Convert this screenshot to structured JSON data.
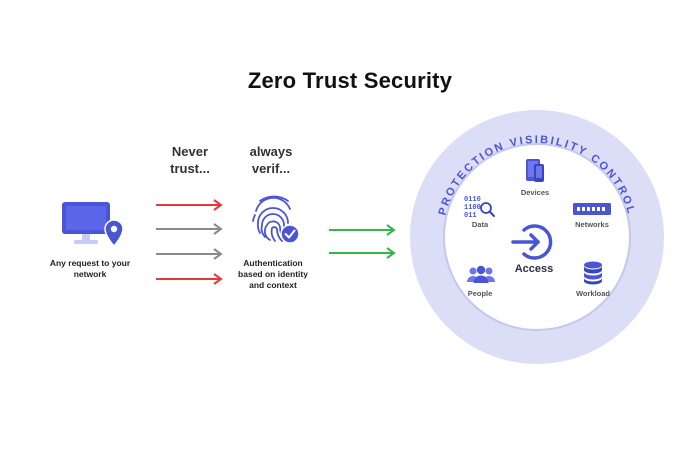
{
  "title": "Zero Trust Security",
  "never_label": [
    "Never",
    "trust..."
  ],
  "always_label": [
    "always",
    "verif..."
  ],
  "request_caption": [
    "Any request to your",
    "network"
  ],
  "auth_caption": [
    "Authentication",
    "based on identity",
    "and context"
  ],
  "ring_text": "PROTECTION VISIBILITY CONTROL",
  "center_label": "Access",
  "items": {
    "devices": "Devices",
    "data": "Data",
    "networks": "Networks",
    "people": "People",
    "workload": "Workload"
  },
  "colors": {
    "brand_blue": "#4a55d6",
    "ring_light": "#dcdef7",
    "arrow_red": "#e23a3a",
    "arrow_gray": "#8a8a8a",
    "arrow_green": "#35b54a"
  }
}
